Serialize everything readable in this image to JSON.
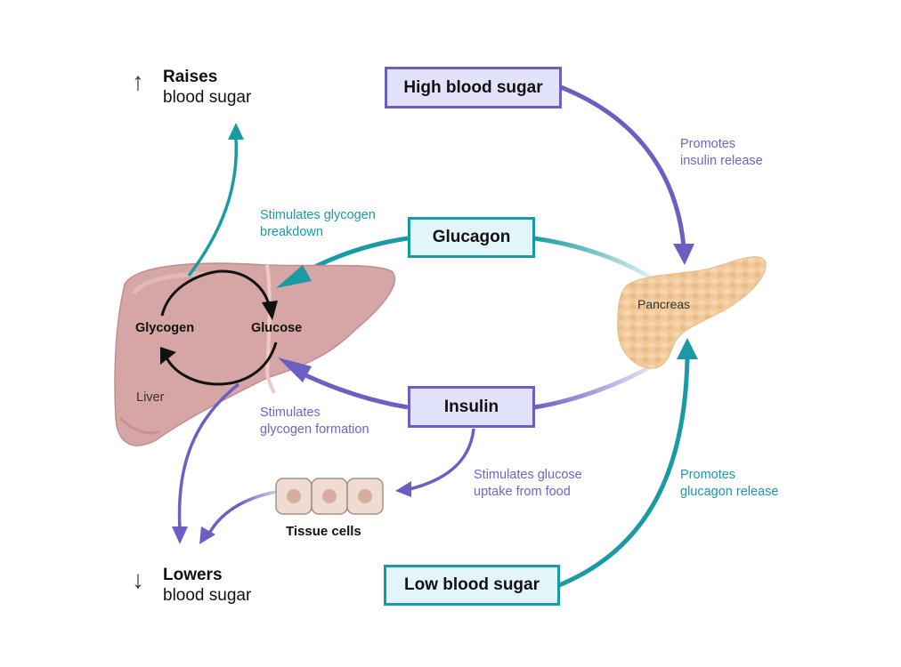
{
  "diagram": {
    "title": "Blood sugar regulation by insulin and glucagon",
    "colors": {
      "insulin": "#6b5fc3",
      "glucagon": "#1a9aa4",
      "insulin_fill": "#e3e2fb",
      "glucagon_fill": "#e2f5fb",
      "liver": "#d6a5a5",
      "pancreas": "#f1c99a",
      "cells": "#eedbd1"
    },
    "states": {
      "high": "High blood sugar",
      "low": "Low blood sugar"
    },
    "hormones": {
      "glucagon": "Glucagon",
      "insulin": "Insulin"
    },
    "effects": {
      "raises_title": "Raises",
      "raises_sub": "blood sugar",
      "lowers_title": "Lowers",
      "lowers_sub": "blood sugar",
      "up_arrow": "↑",
      "down_arrow": "↓"
    },
    "organs": {
      "liver": "Liver",
      "pancreas": "Pancreas",
      "tissue": "Tissue cells",
      "glycogen": "Glycogen",
      "glucose": "Glucose"
    },
    "annotations": {
      "promotes_insulin_1": "Promotes",
      "promotes_insulin_2": "insulin release",
      "promotes_glucagon_1": "Promotes",
      "promotes_glucagon_2": "glucagon release",
      "breakdown_1": "Stimulates glycogen",
      "breakdown_2": "breakdown",
      "formation_1": "Stimulates",
      "formation_2": "glycogen formation",
      "uptake_1": "Stimulates glucose",
      "uptake_2": "uptake from food"
    }
  }
}
